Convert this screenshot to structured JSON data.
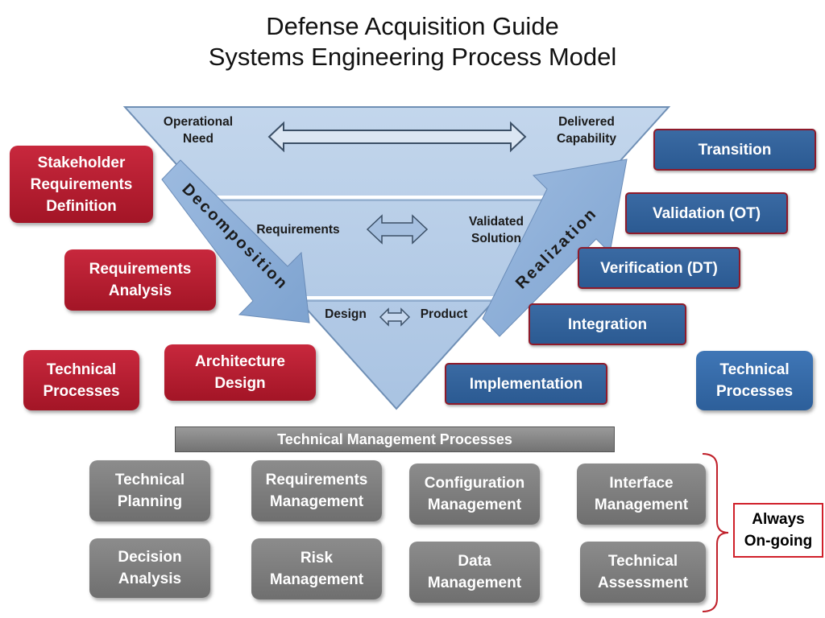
{
  "title": {
    "line1": "Defense Acquisition Guide",
    "line2": "Systems Engineering Process Model"
  },
  "vee": {
    "operational_need": "Operational\nNeed",
    "delivered_capability": "Delivered\nCapability",
    "requirements": "Requirements",
    "validated_solution": "Validated\nSolution",
    "design": "Design",
    "product": "Product",
    "decomposition": "Decomposition",
    "realization": "Realization"
  },
  "left_processes": {
    "stakeholder_requirements": "Stakeholder\nRequirements\nDefinition",
    "requirements_analysis": "Requirements\nAnalysis",
    "architecture_design": "Architecture\nDesign",
    "technical_processes": "Technical\nProcesses"
  },
  "right_processes": {
    "transition": "Transition",
    "validation": "Validation (OT)",
    "verification": "Verification (DT)",
    "integration": "Integration",
    "implementation": "Implementation",
    "technical_processes": "Technical\nProcesses"
  },
  "management": {
    "header": "Technical Management Processes",
    "items": [
      "Technical\nPlanning",
      "Requirements\nManagement",
      "Configuration\nManagement",
      "Interface\nManagement",
      "Decision\nAnalysis",
      "Risk\nManagement",
      "Data\nManagement",
      "Technical\nAssessment"
    ],
    "always_ongoing": "Always\nOn-going"
  },
  "colors": {
    "vee_fill": "#b9cfe8",
    "arrow_fill": "#8fb0d8",
    "red_box": "#b01d30",
    "blue_box": "#3264a0",
    "gray_box": "#7d7d7d",
    "brace": "#c0202a"
  }
}
